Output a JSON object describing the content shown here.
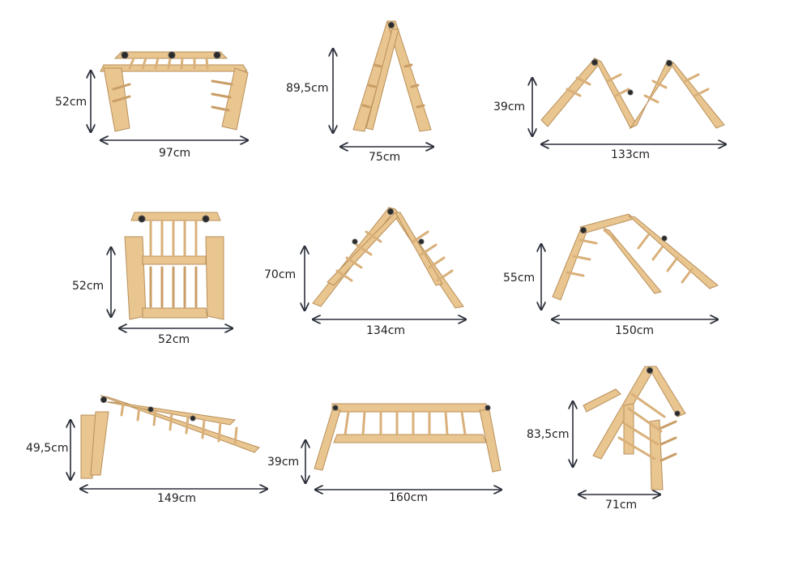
{
  "colors": {
    "background": "#ffffff",
    "wood_light": "#e9c590",
    "wood_edge": "#b8905a",
    "arrow": "#2b2f3a",
    "knob": "#2a2a2a"
  },
  "configs": [
    {
      "name": "table",
      "height": "52cm",
      "width": "97cm"
    },
    {
      "name": "tall-triangle",
      "height": "89,5cm",
      "width": "75cm"
    },
    {
      "name": "double-wave",
      "height": "39cm",
      "width": "133cm"
    },
    {
      "name": "cube",
      "height": "52cm",
      "width": "52cm"
    },
    {
      "name": "triangle-70",
      "height": "70cm",
      "width": "134cm"
    },
    {
      "name": "arch-55",
      "height": "55cm",
      "width": "150cm"
    },
    {
      "name": "slide",
      "height": "49,5cm",
      "width": "149cm"
    },
    {
      "name": "bridge",
      "height": "39cm",
      "width": "160cm"
    },
    {
      "name": "tent",
      "height": "83,5cm",
      "width": "71cm"
    }
  ]
}
